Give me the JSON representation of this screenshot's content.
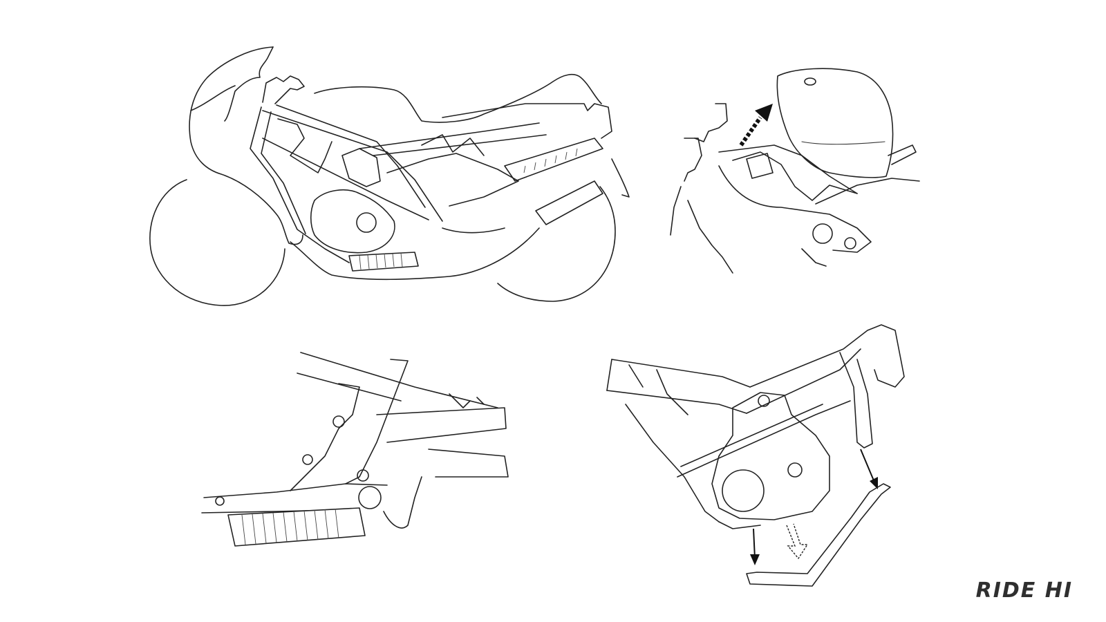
{
  "watermark": {
    "text": "RIDE HI"
  },
  "colors": {
    "ink": "#222222",
    "background": "#ffffff",
    "watermark": "#2f2f2f"
  },
  "panels": [
    {
      "name": "full-motorcycle-frame"
    },
    {
      "name": "fuel-tank-removal"
    },
    {
      "name": "rear-suspension-linkage"
    },
    {
      "name": "engine-cradle-removal"
    }
  ]
}
